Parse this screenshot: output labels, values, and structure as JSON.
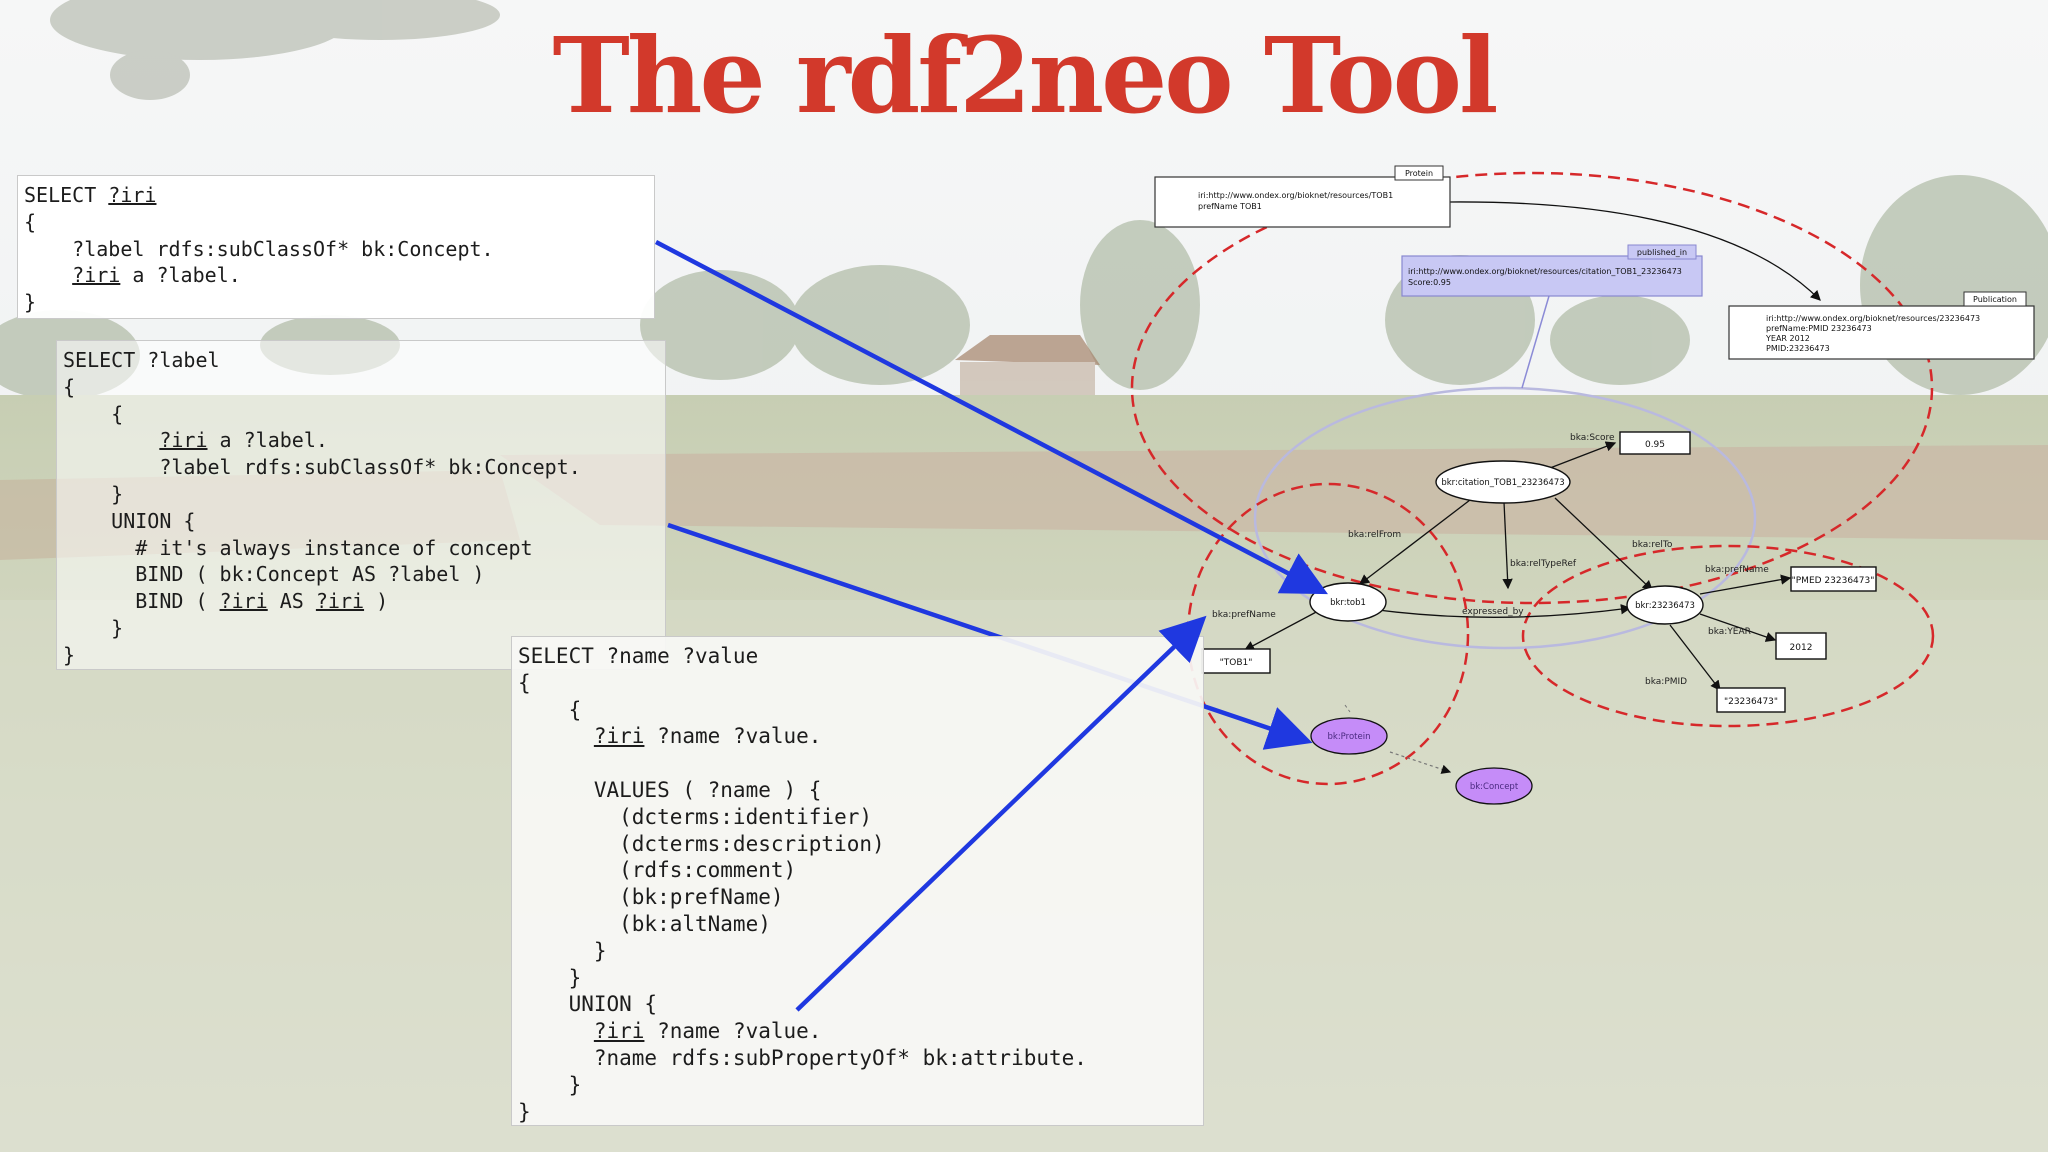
{
  "slide": {
    "title": "The rdf2neo Tool",
    "colors": {
      "title": "#d2392b",
      "arrow": "#1f38e0",
      "cluster": "#d6282a",
      "concept_node": "#c58cf8"
    }
  },
  "queries": [
    {
      "lines": [
        [
          "SELECT ",
          {
            "u": "?iri"
          }
        ],
        [
          "{"
        ],
        [
          "    ?label rdfs:subClassOf* bk:Concept."
        ],
        [
          "    ",
          {
            "u": "?iri"
          },
          " a ?label."
        ],
        [
          "}"
        ]
      ]
    },
    {
      "lines": [
        [
          "SELECT ?label"
        ],
        [
          "{"
        ],
        [
          "    {"
        ],
        [
          "        ",
          {
            "u": "?iri"
          },
          " a ?label."
        ],
        [
          "        ?label rdfs:subClassOf* bk:Concept."
        ],
        [
          "    }"
        ],
        [
          "    UNION {"
        ],
        [
          "      # it's always instance of concept"
        ],
        [
          "      BIND ( bk:Concept AS ?label )"
        ],
        [
          "      BIND ( ",
          {
            "u": "?iri"
          },
          " AS ",
          {
            "u": "?iri"
          },
          " )"
        ],
        [
          "    }"
        ],
        [
          "}"
        ]
      ]
    },
    {
      "lines": [
        [
          "SELECT ?name ?value"
        ],
        [
          "{"
        ],
        [
          "    {"
        ],
        [
          "      ",
          {
            "u": "?iri"
          },
          " ?name ?value."
        ],
        [
          ""
        ],
        [
          "      VALUES ( ?name ) {"
        ],
        [
          "        (dcterms:identifier)"
        ],
        [
          "        (dcterms:description)"
        ],
        [
          "        (rdfs:comment)"
        ],
        [
          "        (bk:prefName)"
        ],
        [
          "        (bk:altName)"
        ],
        [
          "      }"
        ],
        [
          "    }"
        ],
        [
          "    UNION {"
        ],
        [
          "      ",
          {
            "u": "?iri"
          },
          " ?name ?value."
        ],
        [
          "      ?name rdfs:subPropertyOf* bk:attribute."
        ],
        [
          "    }"
        ],
        [
          "}"
        ]
      ]
    }
  ],
  "graph": {
    "boxes": [
      {
        "id": "protein-box",
        "tag": "Protein",
        "lines": [
          "iri:http://www.ondex.org/bioknet/resources/TOB1",
          "prefName TOB1"
        ]
      },
      {
        "id": "citation-box",
        "tag": "published_in",
        "lines": [
          "iri:http://www.ondex.org/bioknet/resources/citation_TOB1_23236473",
          "Score:0.95"
        ]
      },
      {
        "id": "publication-box",
        "tag": "Publication",
        "lines": [
          "iri:http://www.ondex.org/bioknet/resources/23236473",
          "prefName:PMID 23236473",
          "YEAR 2012",
          "PMID:23236473"
        ]
      }
    ],
    "nodes": {
      "citation": "bkr:citation_TOB1_23236473",
      "tob1": "bkr:tob1",
      "pub": "bkr:23236473",
      "score_val": "0.95",
      "tob1_val": "\"TOB1\"",
      "pmed_val": "\"PMED 23236473\"",
      "year_val": "2012",
      "pmid_val": "\"23236473\"",
      "protein": "bk:Protein",
      "concept": "bk:Concept"
    },
    "edges": {
      "score": "bka:Score",
      "relfrom": "bka:relFrom",
      "relto": "bka:relTo",
      "reltyperef": "bka:relTypeRef",
      "expressed_by": "expressed_by",
      "prefname_left": "bka:prefName",
      "prefname_right": "bka:prefName",
      "year": "bka:YEAR",
      "pmid": "bka:PMID"
    }
  }
}
